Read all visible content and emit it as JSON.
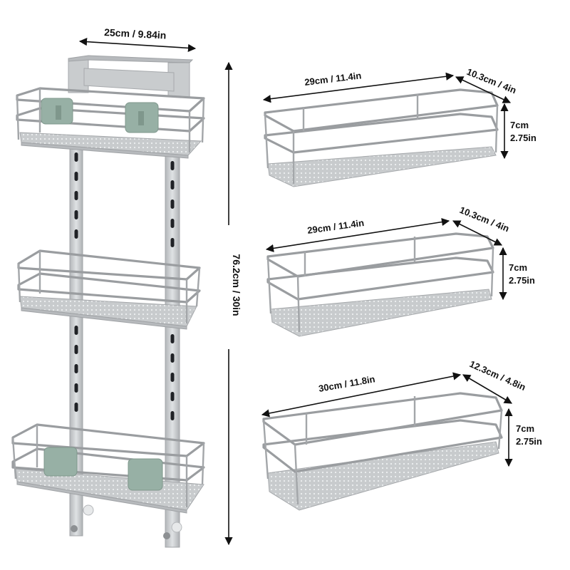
{
  "colors": {
    "background": "#ffffff",
    "steel": "#c9ccce",
    "rail": "#9a9da0",
    "dimension": "#111111",
    "mount_pad": "#97b0a5"
  },
  "tower": {
    "width_label": "25cm / 9.84in",
    "height_label": "76.2cm / 30in",
    "shelf_count": 3
  },
  "baskets": [
    {
      "length_label": "29cm / 11.4in",
      "depth_label": "10.3cm / 4in",
      "height_cm": "7cm",
      "height_in": "2.75in"
    },
    {
      "length_label": "29cm / 11.4in",
      "depth_label": "10.3cm / 4in",
      "height_cm": "7cm",
      "height_in": "2.75in"
    },
    {
      "length_label": "30cm / 11.8in",
      "depth_label": "12.3cm / 4.8in",
      "height_cm": "7cm",
      "height_in": "2.75in"
    }
  ]
}
